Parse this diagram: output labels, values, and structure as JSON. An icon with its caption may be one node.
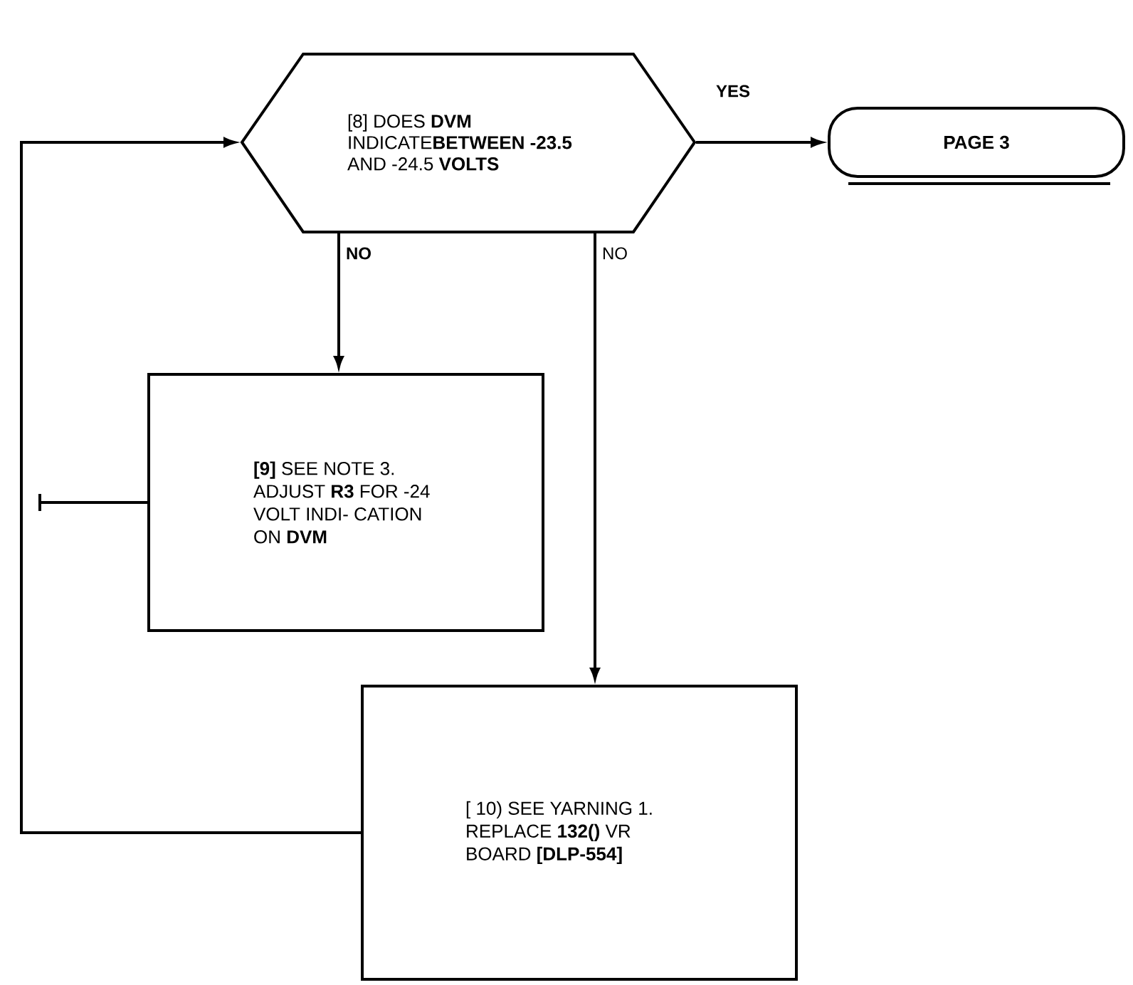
{
  "diagram": {
    "nodes": [
      {
        "text": [
          "[8] DOES **DVM** INDICATE**BETWEEN** **-23.5** AND -24.5 **VOLTS**"
        ]
      },
      {
        "text": [
          "PAGE 3"
        ]
      },
      {
        "text": [
          "**[9]** SEE NOTE 3. ADJUST **R3** FOR -24 VOLT INDI- CATION ON **DVM**"
        ]
      },
      {
        "text": [
          "[ 10) SEE YARNING 1. REPLACE **132()** VR BOARD **[DLP-554]**"
        ]
      }
    ],
    "edges": [
      {
        "from": 0,
        "to": 1,
        "arrow": "to",
        "label": "YES"
      },
      {
        "from": 0,
        "to": 2,
        "arrow": "to",
        "label": "NO"
      },
      {
        "from": 0,
        "to": 3,
        "arrow": "to",
        "label": "NO"
      },
      {
        "from": 3,
        "to": 0,
        "arrow": "to"
      },
      {
        "from": 2,
        "to": null,
        "arrow": "none"
      }
    ]
  }
}
